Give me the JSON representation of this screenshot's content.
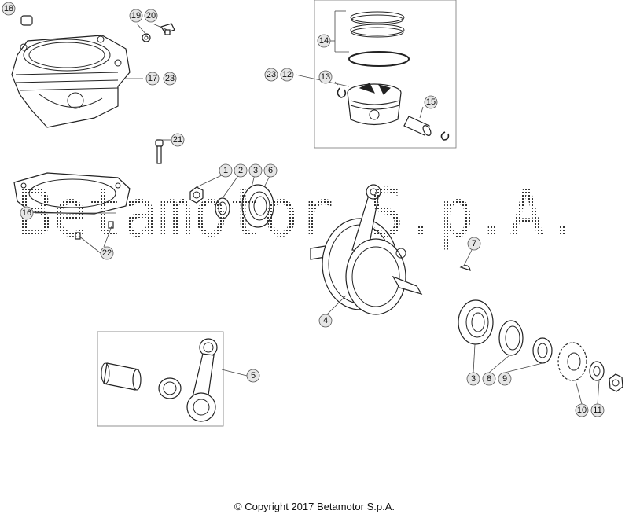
{
  "diagram": {
    "watermark": "Betamotor S.p.A.",
    "copyright": "© Copyright 2017 Betamotor S.p.A.",
    "callouts": {
      "c1": "1",
      "c2": "2",
      "c3a": "3",
      "c3b": "3",
      "c4": "4",
      "c5": "5",
      "c6": "6",
      "c7": "7",
      "c8": "8",
      "c9": "9",
      "c10": "10",
      "c11": "11",
      "c12": "12",
      "c13": "13",
      "c14": "14",
      "c15": "15",
      "c16": "16",
      "c17": "17",
      "c18": "18",
      "c19": "19",
      "c20": "20",
      "c21": "21",
      "c22": "22",
      "c23a": "23",
      "c23b": "23"
    }
  },
  "colors": {
    "callout_fill": "#e6e6e6",
    "line": "#222222",
    "watermark": "#333333"
  }
}
